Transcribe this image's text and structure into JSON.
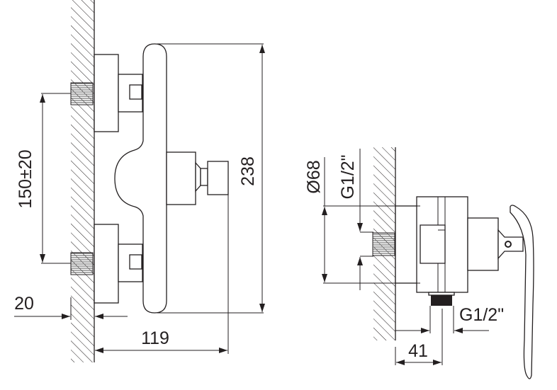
{
  "drawing": {
    "side_view": {
      "height_dim": "238",
      "center_distance_dim": "150±20",
      "wall_offset_dim": "20",
      "depth_dim": "119"
    },
    "section_view": {
      "escutcheon_diameter_dim": "Ø68",
      "inlet_thread_dim": "G1/2\"",
      "outlet_thread_dim": "G1/2\"",
      "outlet_offset_dim": "41"
    },
    "colors": {
      "line": "#231f20",
      "background": "#ffffff"
    }
  }
}
